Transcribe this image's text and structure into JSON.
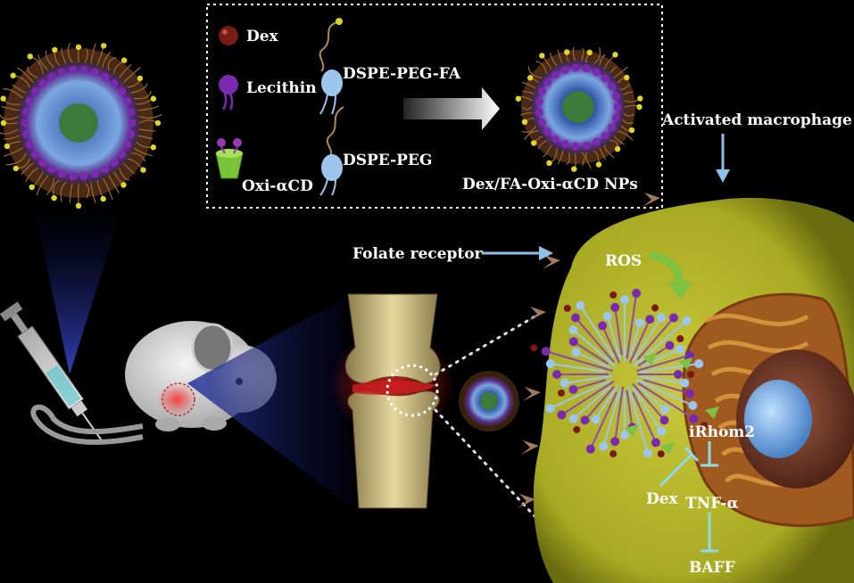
{
  "legend": {
    "dex": "Dex",
    "lecithin": "Lecithin",
    "oxi_acd": "Oxi-αCD",
    "dspe_peg_fa": "DSPE-PEG-FA",
    "dspe_peg": "DSPE-PEG",
    "product": "Dex/FA-Oxi-αCD NPs"
  },
  "labels": {
    "activated_macrophage": "Activated macrophage",
    "folate_receptor": "Folate receptor",
    "ros": "ROS",
    "irhom2": "iRhom2",
    "dex": "Dex",
    "tnf": "TNF-α",
    "baff": "BAFF"
  },
  "colors": {
    "background": "#000000",
    "cell": "#b5b72a",
    "nucleus": "#7a3a2a",
    "nucleolus": "#7fb1e6",
    "arrow": "#8fc0ea",
    "inhibit": "#8fd9e8",
    "ros_arrow": "#7dc243",
    "lecithin": "#7a2ab0",
    "dex": "#7a1a14",
    "dspe": "#9cc6ee",
    "fa_tip": "#d9d22a"
  }
}
